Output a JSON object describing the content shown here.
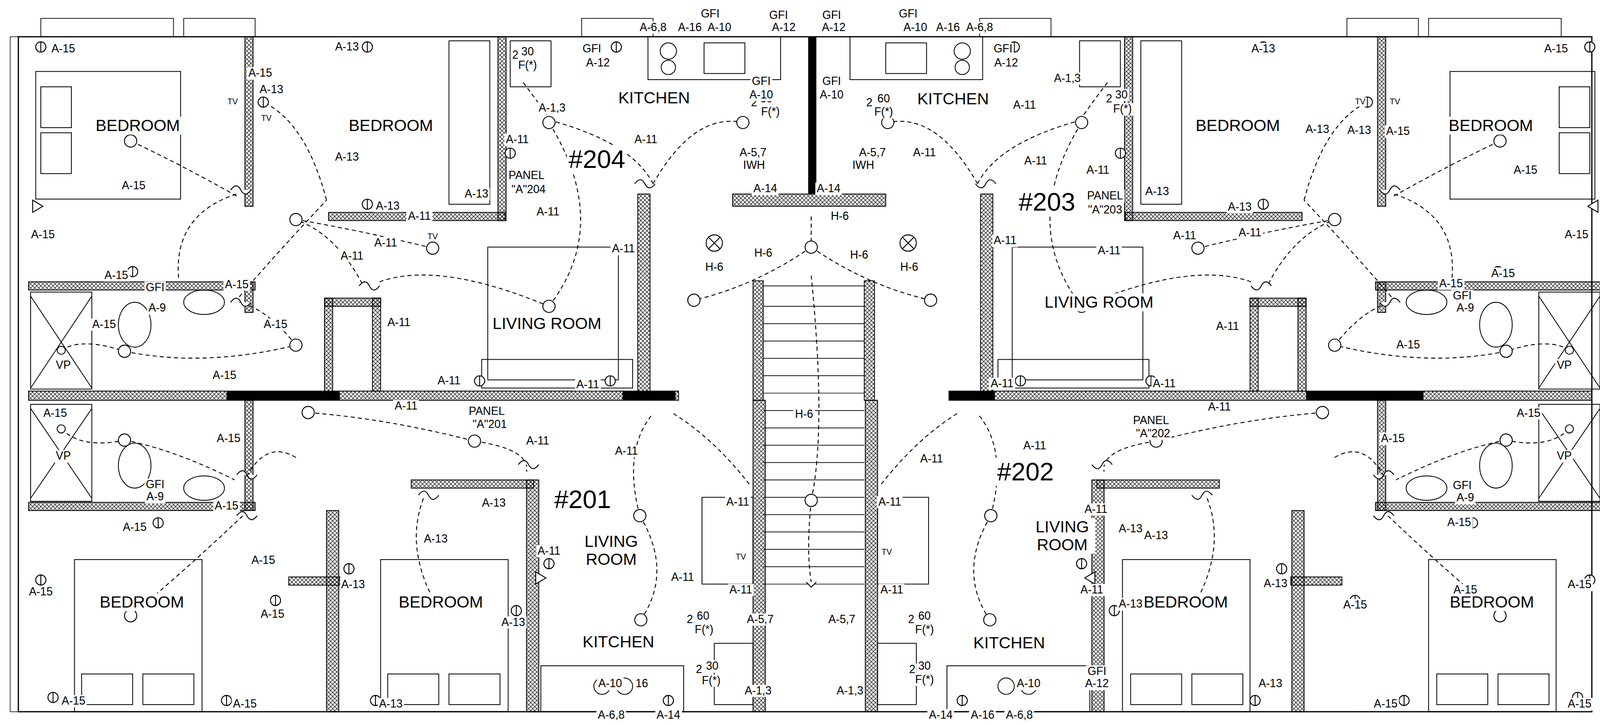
{
  "diagram": {
    "labels": [
      "A-15",
      "BEDROOM",
      "BEDROOM",
      "A-13",
      "A-15",
      "A-13",
      "TV",
      "TV",
      "A-15",
      "A-13",
      "A-15",
      "A-13",
      "A-11",
      "A-11",
      "A-11",
      "TV",
      "A-13",
      "PANEL",
      "\"A\"204",
      "A-11",
      "#204",
      "KITCHEN",
      "GFI",
      "A-12",
      "2",
      "30",
      "F(*)",
      "A-1,3",
      "A-6,8",
      "A-16",
      "A-10",
      "GFI",
      "GFI",
      "A-12",
      "GFI",
      "A-12",
      "A-11",
      "A-11",
      "A-11",
      "A-11",
      "LIVING ROOM",
      "A-15",
      "A-15",
      "GFI",
      "A-9",
      "A-15",
      "A-15",
      "A-15",
      "VP",
      "A-11",
      "A-11",
      "2",
      "60",
      "F(*)",
      "GFI",
      "A-10",
      "GFI",
      "A-10",
      "A-5,7",
      "IWH",
      "A-5,7",
      "IWH",
      "A-14",
      "A-14",
      "H-6",
      "H-6",
      "H-6",
      "H-6",
      "H-6",
      "2",
      "60",
      "F(*)",
      "GFI",
      "A-10",
      "A-16",
      "A-6,8",
      "GFI",
      "A-12",
      "KITCHEN",
      "A-11",
      "A-11",
      "A-1,3",
      "2",
      "30",
      "F(*)",
      "BEDROOM",
      "BEDROOM",
      "A-13",
      "A-15",
      "A-13",
      "A-13",
      "A-15",
      "TV",
      "TV",
      "A-15",
      "#203",
      "A-11",
      "A-11",
      "PANEL",
      "\"A\"203",
      "A-13",
      "A-13",
      "A-11",
      "A-11",
      "A-11",
      "A-15",
      "LIVING ROOM",
      "A-11",
      "A-11",
      "A-15",
      "A-15",
      "GFI",
      "A-9",
      "A-15",
      "VP",
      "A-11",
      "A-11",
      "A-15",
      "VP",
      "A-15",
      "GFI",
      "A-9",
      "A-15",
      "A-15",
      "A-15",
      "A-11",
      "PANEL",
      "\"A\"201",
      "A-11",
      "A-11",
      "#201",
      "LIVING ROOM",
      "A-13",
      "A-13",
      "A-13",
      "A-11",
      "A-11",
      "BEDROOM",
      "BEDROOM",
      "A-15",
      "A-15",
      "A-13",
      "KITCHEN",
      "A-15",
      "A-15",
      "A-13",
      "A-10",
      "16",
      "A-6,8",
      "A-14",
      "A-11",
      "TV",
      "A-11",
      "2",
      "60",
      "F(*)",
      "A-5,7",
      "2",
      "30",
      "F(*)",
      "A-1,3",
      "H-6",
      "A-11",
      "A-11",
      "TV",
      "A-5,7",
      "2",
      "60",
      "F(*)",
      "2",
      "30",
      "F(*)",
      "A-1,3",
      "KITCHEN",
      "A-10",
      "GFI",
      "A-12",
      "A-14",
      "A-16",
      "A-6,8",
      "A-11",
      "#202",
      "A-11",
      "A-11",
      "PANEL",
      "\"A\"202",
      "LIVING ROOM",
      "A-11",
      "A-13",
      "A-13",
      "A-11",
      "A-13",
      "BEDROOM",
      "BEDROOM",
      "A-13",
      "A-15",
      "A-15",
      "A-15",
      "A-15",
      "A-15",
      "VP",
      "GFI",
      "A-9",
      "A-15",
      "A-13",
      "A-15",
      "A-15"
    ]
  }
}
